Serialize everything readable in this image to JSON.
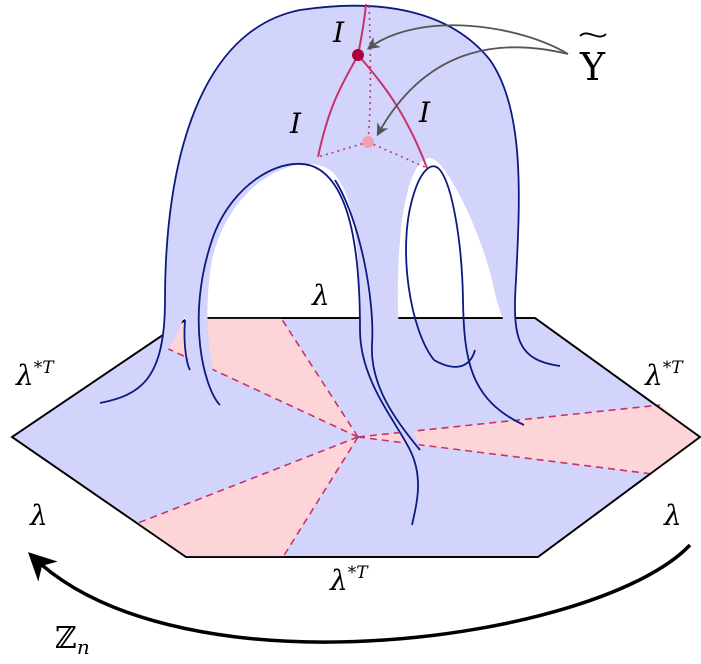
{
  "labels": {
    "lambda_top": "λ",
    "lambda_left": "λ",
    "lambda_right": "λ",
    "lambda_star_t_left": "λ",
    "lambda_star_t_right": "λ",
    "lambda_star_t_bottom": "λ",
    "star_t_sup": "*T",
    "I_top": "I",
    "I_left": "I",
    "I_right": "I",
    "upsilon": "Υ",
    "zn_base": "ℤ",
    "zn_sub": "n"
  },
  "colors": {
    "surface_fill": "#d2d4fb",
    "surface_stroke": "#0c1a80",
    "pink_region": "#fdd5d8",
    "junction_line": "#c8326a",
    "junction_node": "#b0003a",
    "junction_node_faint": "#f2a0b4",
    "arrow_gray": "#555555",
    "black": "#000000"
  }
}
